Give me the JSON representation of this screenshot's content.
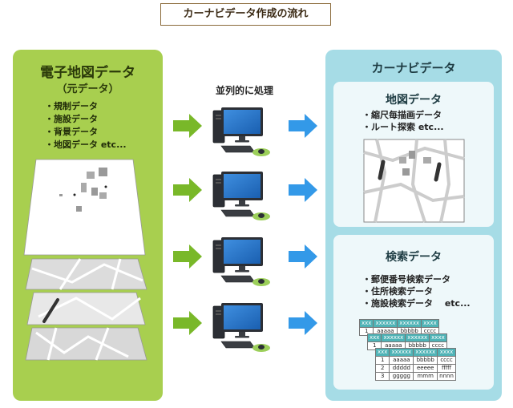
{
  "title": "カーナビデータ作成の流れ",
  "left": {
    "title": "電子地図データ",
    "subtitle": "（元データ）",
    "items": [
      "・規制データ",
      "・施設データ",
      "・背景データ",
      "・地図データ etc..."
    ]
  },
  "center": {
    "label": "並列的に処理"
  },
  "right": {
    "title": "カーナビデータ",
    "map_card": {
      "title": "地図データ",
      "items": [
        "・縮尺毎描画データ",
        "・ルート探索 etc..."
      ]
    },
    "search_card": {
      "title": "検索データ",
      "items": [
        "・郵便番号検索データ",
        "・住所検索データ",
        "・施設検索データ　 etc..."
      ]
    },
    "table_header": [
      "xxx",
      "xxxxxx",
      "xxxxxx",
      "xxxx"
    ],
    "table_rows": [
      [
        "1",
        "aaaaa",
        "bbbbb",
        "cccc"
      ],
      [
        "2",
        "ddddd",
        "eeeee",
        "fffff"
      ],
      [
        "3",
        "ggggg",
        "mmm",
        "nnnn"
      ]
    ]
  },
  "colors": {
    "left_panel": "#a8cf4f",
    "right_panel": "#a6dce6",
    "green_arrow": "#79b829",
    "blue_arrow": "#3399e8",
    "table_header": "#4fb3b6"
  },
  "icons": [
    "green-arrow-icon",
    "computer-icon",
    "blue-arrow-icon"
  ]
}
